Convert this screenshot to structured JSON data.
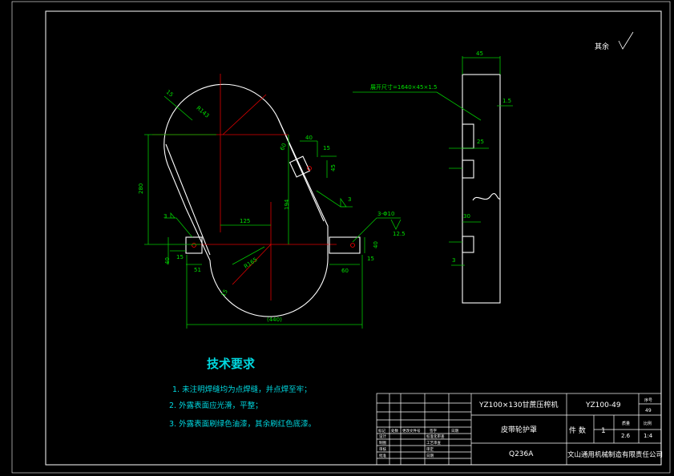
{
  "colors": {
    "background": "#000000",
    "outline": "#ffffff",
    "centerline": "#e00000",
    "dimension": "#00c800",
    "text_cyan": "#00d8e0",
    "small_text": "#ffff00"
  },
  "roughness_label": "其余",
  "drawing": {
    "dims": {
      "r143": "R143",
      "d15_top": "15",
      "d20_len": "280",
      "d60": "60",
      "d40": "40",
      "d15b": "15",
      "d45": "45",
      "d125": "125",
      "d194": "194",
      "d3": "3",
      "hole_note": "3-Φ10",
      "d12_5": "12.5",
      "d40_left": "40",
      "d15_left": "15",
      "d51": "51",
      "r165": "R165",
      "d15_bottom": "15",
      "d60_right": "60",
      "d40_right": "40",
      "d15_right": "15",
      "overall": "(440)",
      "side_45": "45",
      "side_1_5": "1.5",
      "side_25": "25",
      "side_30": "30",
      "side_3": "3",
      "developed": "展开尺寸=1640×45×1.5"
    }
  },
  "tech_requirements": {
    "title": "技术要求",
    "items": [
      "1. 未注明焊缝均为点焊缝，并点焊至牢；",
      "2. 外露表面应光滑，平整；",
      "3. 外露表面刷绿色油漆，其余刷红色底漆。"
    ]
  },
  "title_block": {
    "product": "YZ100×130甘蔗压榨机",
    "drawing_no": "YZ100-49",
    "part_name": "皮带轮护罩",
    "material": "Q236A",
    "company": "文山通用机械制造有限责任公司",
    "qty_label": "件 数",
    "qty": "1",
    "weight": "2.6",
    "scale": "1:4",
    "sheet_label": "序号",
    "sheet_no": "49",
    "mass_label": "质量",
    "scale_label": "比例",
    "signature_labels": [
      "标记",
      "处数",
      "更改文件号",
      "签字",
      "日期"
    ],
    "role_labels": [
      "设计",
      "制图",
      "审核",
      "批准"
    ],
    "right_labels": [
      "标准化审查",
      "工艺审查",
      "审定",
      "日期"
    ]
  }
}
